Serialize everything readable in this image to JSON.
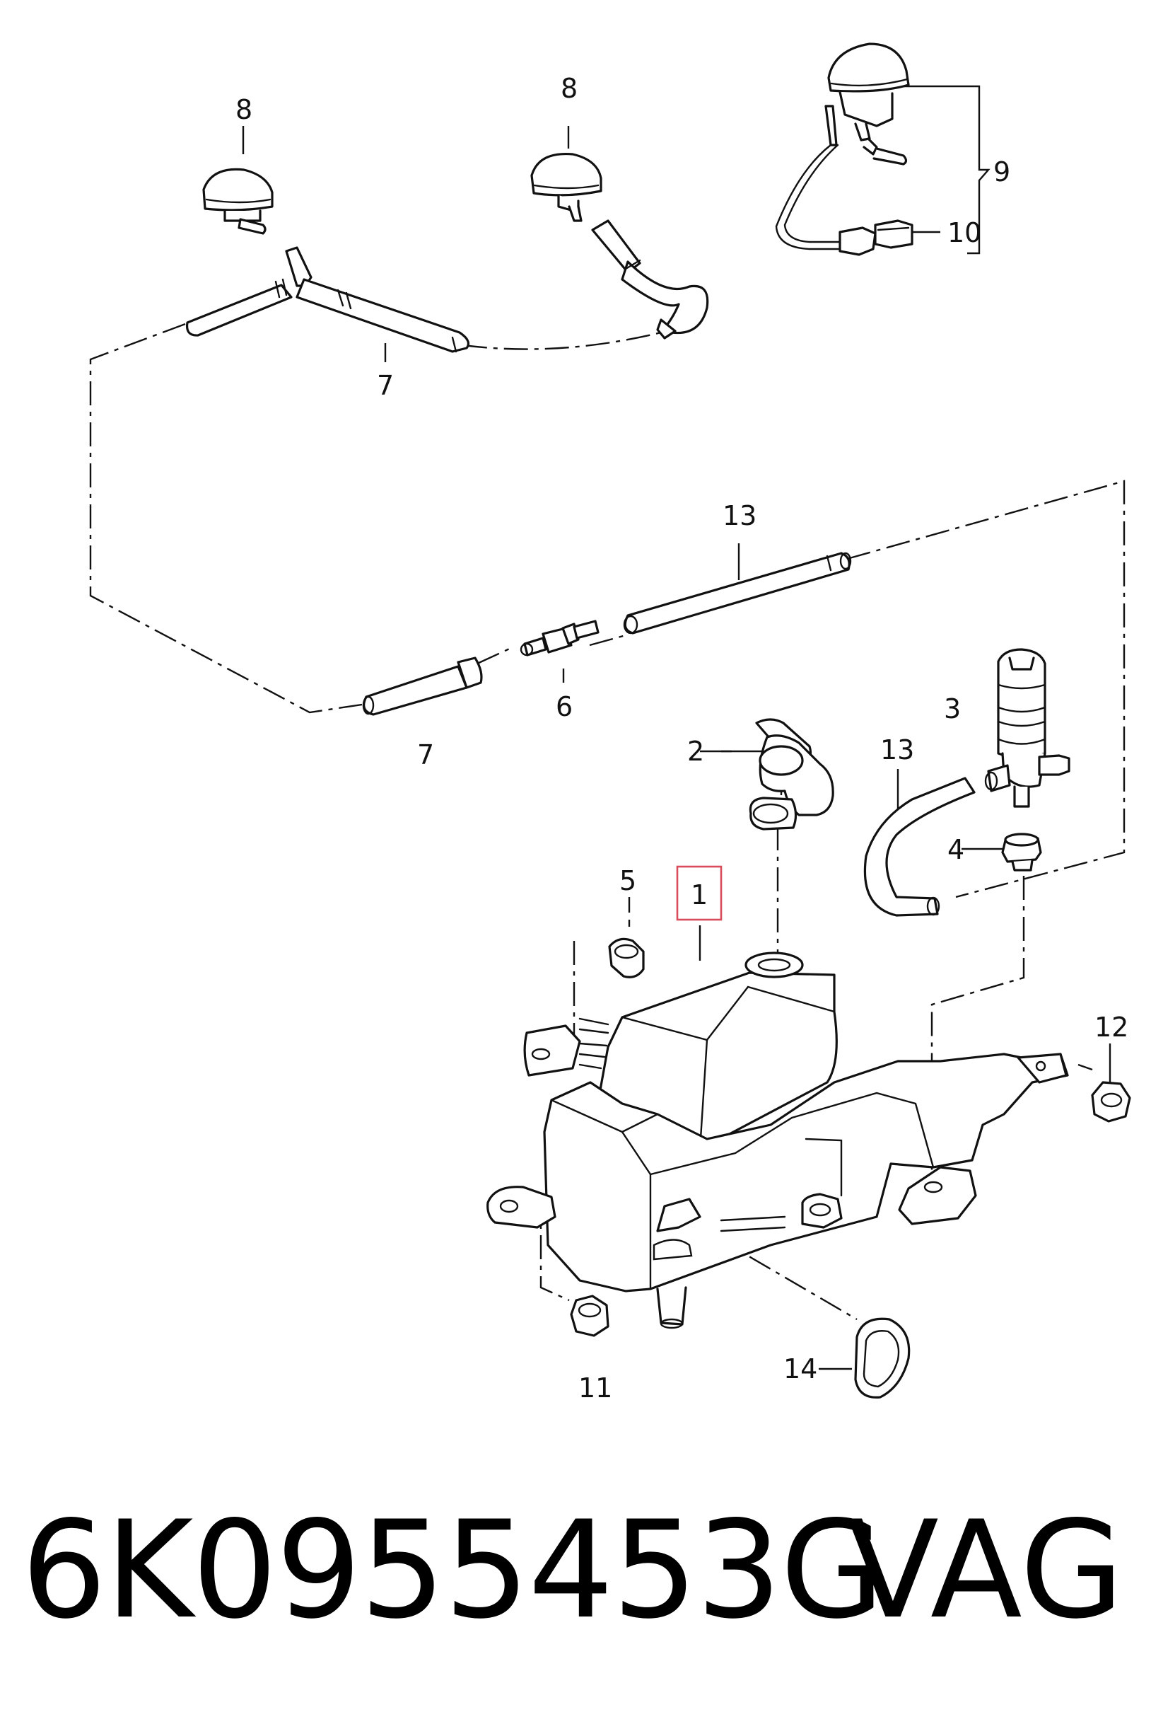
{
  "callouts": {
    "c1": "1",
    "c2": "2",
    "c3": "3",
    "c4": "4",
    "c5": "5",
    "c6": "6",
    "c7a": "7",
    "c7b": "7",
    "c8a": "8",
    "c8b": "8",
    "c9": "9",
    "c10": "10",
    "c11": "11",
    "c12": "12",
    "c13a": "13",
    "c13b": "13",
    "c14": "14"
  },
  "footer": {
    "part_number": "6K0955453G",
    "brand": "VAG"
  },
  "colors": {
    "highlight": "#d94c5c",
    "line": "#111111"
  }
}
